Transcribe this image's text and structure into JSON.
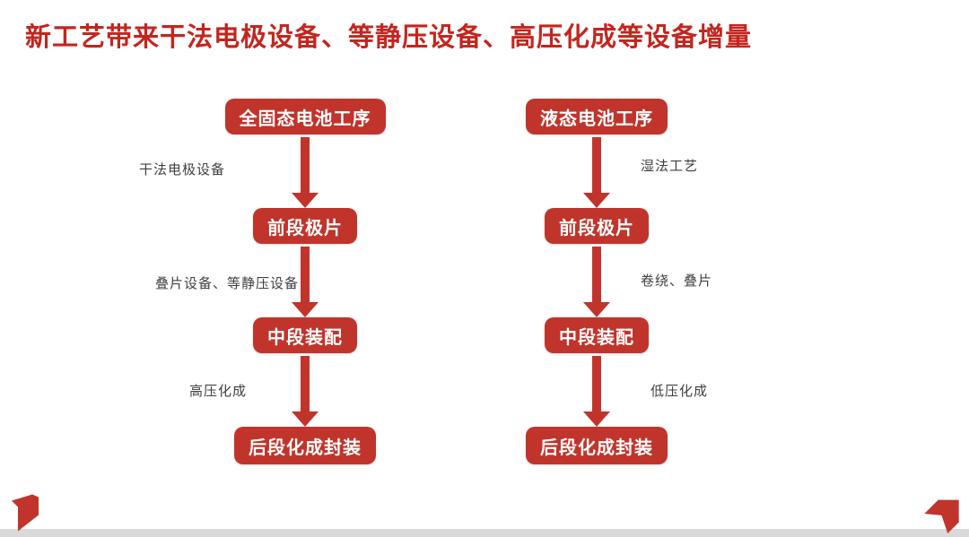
{
  "slide": {
    "title": "新工艺带来干法电极设备、等静压设备、高压化成等设备增量",
    "title_color": "#c3251e",
    "background_color": "#ffffff",
    "footer_bar_color": "#d9d9d9"
  },
  "colors": {
    "flow_red": "#c1342b",
    "label_gray": "#3f3f3f",
    "box_text": "#ffffff"
  },
  "flows": [
    {
      "id": "solid-state-flow",
      "boxes": [
        {
          "label": "全固态电池工序"
        },
        {
          "label": "前段极片"
        },
        {
          "label": "中段装配"
        },
        {
          "label": "后段化成封装"
        }
      ],
      "arrow_labels": [
        {
          "text": "干法电极设备"
        },
        {
          "text": "叠片设备、等静压设备"
        },
        {
          "text": "高压化成"
        }
      ]
    },
    {
      "id": "liquid-flow",
      "boxes": [
        {
          "label": "液态电池工序"
        },
        {
          "label": "前段极片"
        },
        {
          "label": "中段装配"
        },
        {
          "label": "后段化成封装"
        }
      ],
      "arrow_labels": [
        {
          "text": "湿法工艺"
        },
        {
          "text": "卷绕、叠片"
        },
        {
          "text": "低压化成"
        }
      ]
    }
  ],
  "footer": {
    "left_logo": "brand-flag-logo",
    "right_logo": "brand-flag-logo"
  }
}
